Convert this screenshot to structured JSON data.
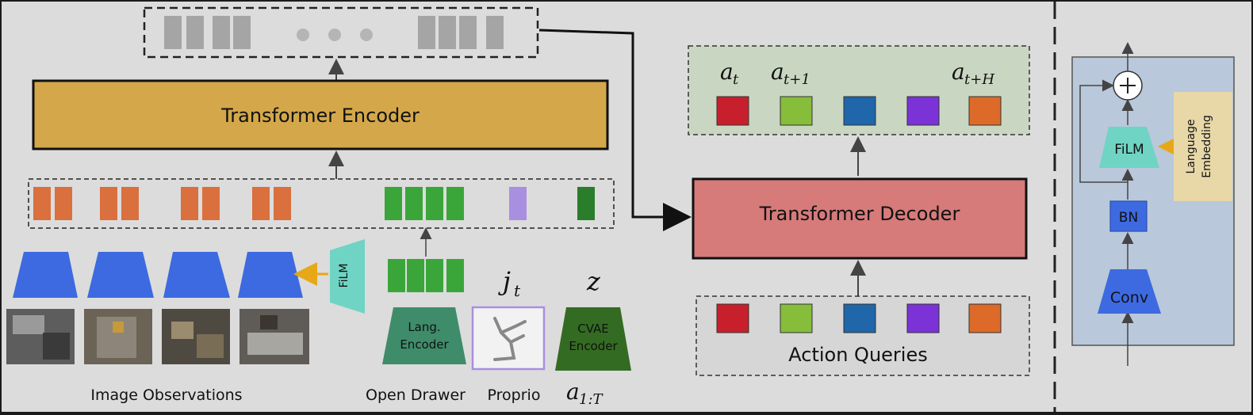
{
  "encoder": {
    "label": "Transformer Encoder"
  },
  "decoder": {
    "label": "Transformer Decoder"
  },
  "film": {
    "label": "FiLM"
  },
  "lang_encoder": {
    "label_line1": "Lang.",
    "label_line2": "Encoder"
  },
  "cvae_encoder": {
    "label_line1": "CVAE",
    "label_line2": "Encoder"
  },
  "proprio_symbol": {
    "base": "j",
    "sub": "t"
  },
  "latent_symbol": {
    "base": "z"
  },
  "actions_symbol": {
    "base": "a",
    "sub": "1:T"
  },
  "outputs": {
    "a_t": {
      "base": "a",
      "sub": "t"
    },
    "a_t1": {
      "base": "a",
      "sub": "t+1"
    },
    "a_tH": {
      "base": "a",
      "sub": "t+H"
    }
  },
  "action_queries": {
    "label": "Action Queries"
  },
  "captions": {
    "image_observations": "Image Observations",
    "open_drawer": "Open Drawer",
    "proprio": "Proprio"
  },
  "inset": {
    "film_label": "FiLM",
    "bn_label": "BN",
    "conv_label": "Conv",
    "language_embedding_line1": "Language",
    "language_embedding_line2": "Embedding"
  },
  "colors": {
    "encoder": "#d4a84a",
    "decoder": "#d67a7a",
    "image_token": "#d9703e",
    "lang_token": "#3aa63a",
    "proprio_token": "#a98fe0",
    "latent_token": "#2a7d2a",
    "memory_token": "#a5a5a5",
    "backbone": "#3d6ae0",
    "film": "#6fd4c4",
    "lang_encoder": "#3f8c6b",
    "cvae_encoder": "#336b22",
    "arrow_film": "#e6a817",
    "action_colors": [
      "#c81f2d",
      "#86bd3a",
      "#1f66aa",
      "#7b32d6",
      "#dd6a28"
    ],
    "output_panel": "#c9d7c2",
    "inset_panel": "#b9c8da",
    "lang_embedding_box": "#e8d8a8"
  }
}
